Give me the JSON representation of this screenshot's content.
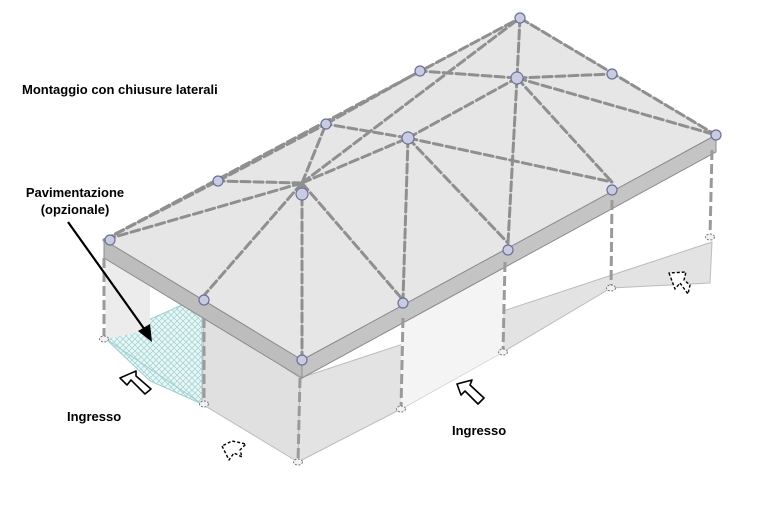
{
  "title": "Montaggio con chiusure laterali",
  "callouts": {
    "flooring": [
      "Pavimentazione",
      "(opzionale)"
    ],
    "entrance_left": "Ingresso",
    "entrance_right": "Ingresso"
  },
  "icons": [
    "entrance-arrow-icon",
    "dashed-arrow-icon",
    "callout-arrow-icon"
  ],
  "colors": {
    "roof": "#e6e6e6",
    "walls": "#e2e2e2",
    "fascia": "#b8b8b8",
    "frame": "#8f8f8f",
    "joints": "#7b7fa3",
    "floor": "#a9d6d6"
  }
}
